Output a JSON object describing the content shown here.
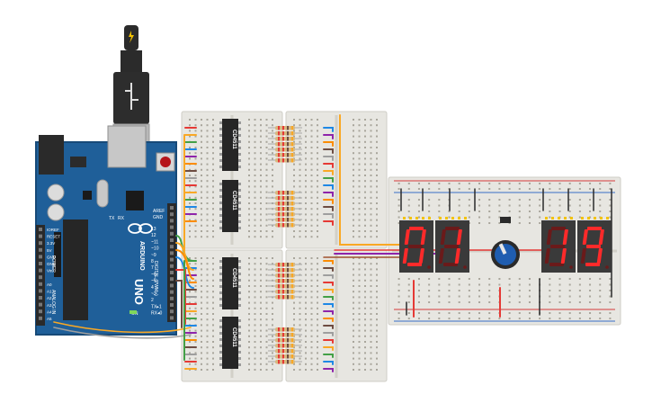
{
  "board": {
    "brand": "ARDUINO",
    "model": "UNO",
    "label_aref": "AREF",
    "label_gnd": "GND",
    "digital_label": "DIGITAL (PWM~)",
    "analog_label": "ANALOG IN",
    "power_label": "POWER",
    "rx_label": "RX",
    "tx_label": "TX",
    "on_label": "ON",
    "pin_labels": [
      "13",
      "12",
      "~11",
      "~10",
      "~9",
      "8",
      "7",
      "~6",
      "~5",
      "4",
      "~3",
      "2",
      "TX▸1",
      "RX◂0"
    ],
    "power_pin_labels": [
      "IOREF",
      "RESET",
      "3.3V",
      "5V",
      "GND",
      "GND",
      "Vin"
    ],
    "analog_pin_labels": [
      "A0",
      "A1",
      "A2",
      "A3",
      "A4",
      "A5"
    ]
  },
  "chips": [
    {
      "label": "CD4511"
    },
    {
      "label": "CD4511"
    },
    {
      "label": "CD4511"
    },
    {
      "label": "CD4511"
    }
  ],
  "displays": {
    "left_value": "01",
    "right_value": "19"
  },
  "colors": {
    "board": "#1f5f99",
    "display_body": "#3a3a3a",
    "segment_on": "#ff2a2a",
    "segment_off": "#6a1a1a",
    "knob": "#1f5db0"
  }
}
